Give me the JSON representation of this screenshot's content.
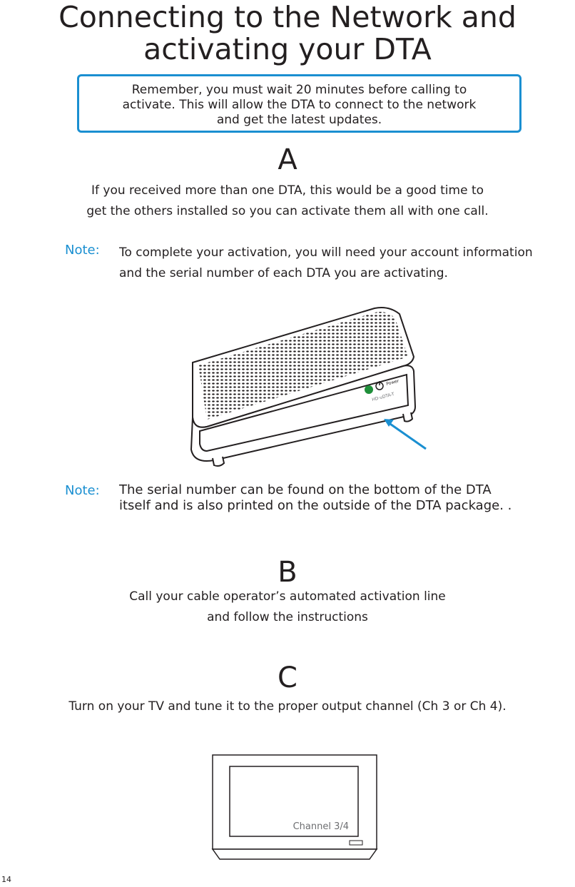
{
  "page": {
    "title_line1": "Connecting to the Network and",
    "title_line2": "activating your DTA",
    "page_number": "14"
  },
  "reminder": {
    "line1": "Remember,  you must wait 20 minutes before calling to",
    "line2": "activate. This will allow the DTA to connect to the network",
    "line3": "and get the latest updates."
  },
  "steps": {
    "a": {
      "letter": "A",
      "line1": "If you received more than one DTA, this would be a good time to",
      "line2": "get the others installed so you can activate them all with one call."
    },
    "b": {
      "letter": "B",
      "line1": "Call your cable operator’s automated activation line",
      "line2": "and follow the instructions"
    },
    "c": {
      "letter": "C",
      "line1": "Turn on your TV and tune it to the proper output channel (Ch 3 or Ch 4)."
    }
  },
  "notes": {
    "note1": {
      "label": "Note:",
      "line1": "To complete your activation, you will need your account information",
      "line2": "and the serial number of each DTA you are activating."
    },
    "note2": {
      "label": "Note:",
      "line1": "The serial number can be found on the bottom of the DTA",
      "line2": "itself and is also printed on the outside of the DTA package. ."
    }
  },
  "device": {
    "power_label": "Power",
    "model_label": "HD-uDTA-T",
    "power_led_color": "#1f8f3a",
    "arrow_color": "#1a8fd1"
  },
  "tv": {
    "screen_label": "Channel 3/4"
  },
  "colors": {
    "accent": "#1a8fd1",
    "text": "#231f20"
  }
}
